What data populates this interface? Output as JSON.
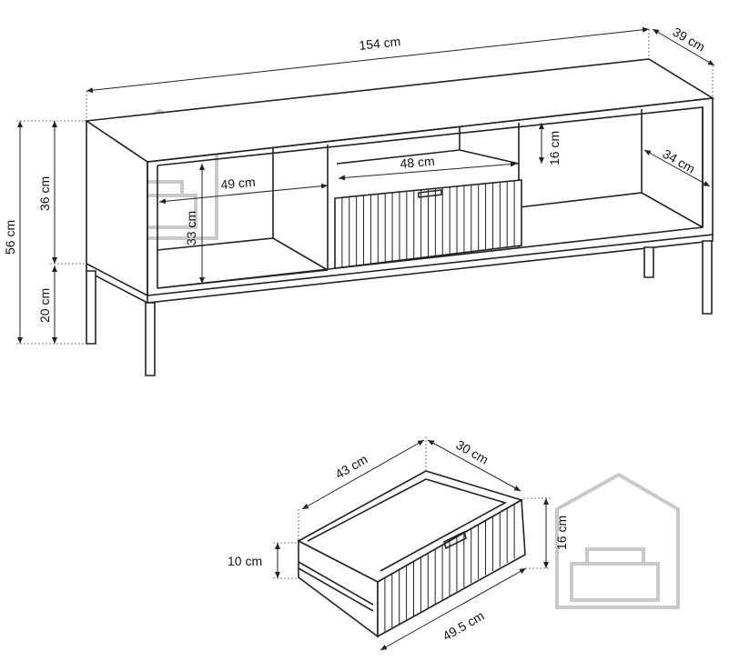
{
  "cabinet": {
    "width": "154 cm",
    "depth": "39 cm",
    "total_height": "56 cm",
    "body_height": "36 cm",
    "leg_height": "20 cm",
    "left_compartment_width": "49 cm",
    "compartment_height": "33 cm",
    "middle_shelf_width": "48 cm",
    "middle_shelf_height": "16 cm",
    "inner_depth": "34 cm"
  },
  "drawer": {
    "inner_width": "43 cm",
    "inner_depth": "30 cm",
    "side_height": "10 cm",
    "front_height": "16 cm",
    "front_width": "49.5 cm"
  },
  "watermark": {
    "icon": "house-sofa-icon"
  }
}
